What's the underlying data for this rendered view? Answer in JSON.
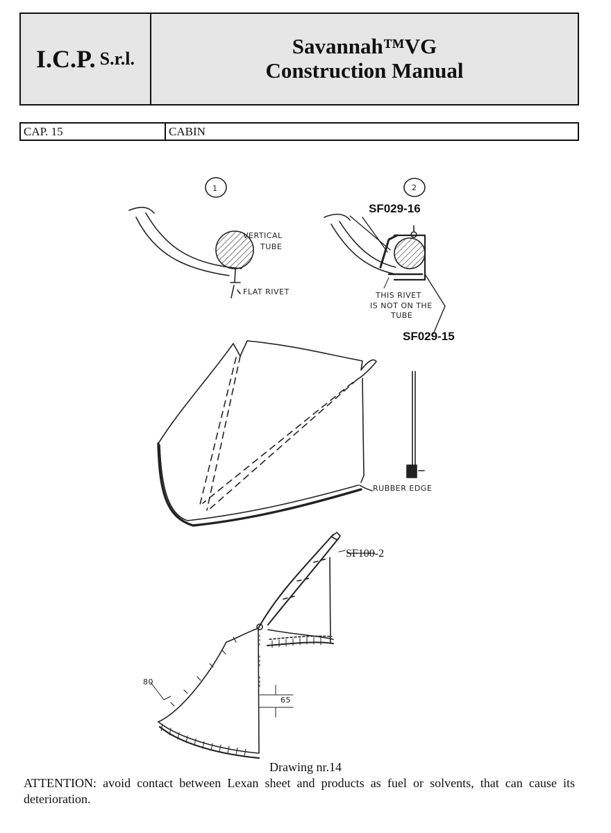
{
  "header": {
    "company_main": "I.C.P.",
    "company_suffix": "S.r.l.",
    "title_line1": "Savannah™VG",
    "title_line2": "Construction Manual"
  },
  "chapter": {
    "number": "CAP. 15",
    "name": "CABIN"
  },
  "drawing": {
    "step1": "1",
    "step2": "2",
    "vertical_tube_1": "VERTICAL",
    "vertical_tube_2": "TUBE",
    "flat_rivet": "FLAT RIVET",
    "part_top": "SF029-16",
    "part_bottom": "SF029-15",
    "rivet_note_1": "THIS RIVET",
    "rivet_note_2": "IS NOT ON THE",
    "rivet_note_3": "TUBE",
    "rubber_edge": "RUBBER EDGE",
    "part_window": "SF100-2",
    "dim_80": "80",
    "dim_65": "65"
  },
  "caption": "Drawing nr.14",
  "note": "ATTENTION: avoid contact between Lexan sheet and products as fuel or solvents, that can cause its deterioration."
}
